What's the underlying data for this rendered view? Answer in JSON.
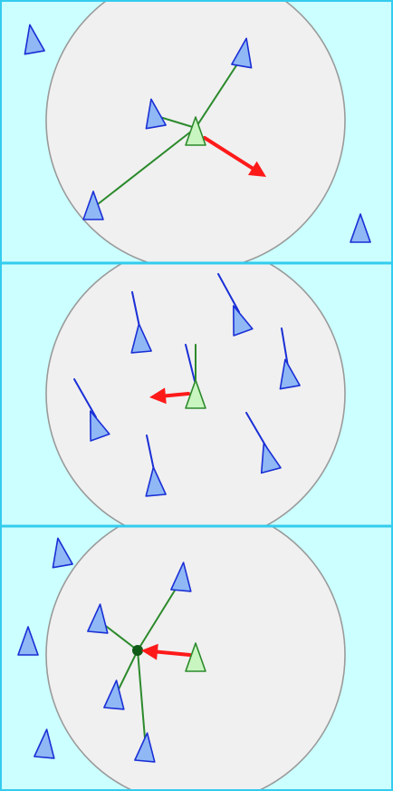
{
  "colors": {
    "background": "#ccffff",
    "frame_border": "#33ccee",
    "neighborhood_fill": "#f0f0f0",
    "neighborhood_stroke": "#9a9a9a",
    "boid_fill": "#8fb8f5",
    "boid_stroke": "#1a2fd6",
    "trail": "#1a2fd6",
    "focus_fill": "#c9f5c0",
    "focus_stroke": "#2c8a2c",
    "link": "#2c8a2c",
    "center_dot": "#0f5a16",
    "steer_arrow": "#ff1a1a"
  },
  "icons": {
    "boid": "triangle-boid-icon",
    "focus": "triangle-focus-icon",
    "arrow": "steering-arrow-icon"
  },
  "panels": [
    {
      "id": "separation",
      "boids": [
        {
          "id": "a"
        },
        {
          "id": "b"
        },
        {
          "id": "c"
        },
        {
          "id": "d"
        },
        {
          "id": "e"
        }
      ]
    },
    {
      "id": "alignment",
      "boids": [
        {
          "id": "a"
        },
        {
          "id": "b"
        },
        {
          "id": "c"
        },
        {
          "id": "d"
        },
        {
          "id": "e"
        },
        {
          "id": "f"
        },
        {
          "id": "g"
        }
      ]
    },
    {
      "id": "cohesion",
      "boids": [
        {
          "id": "a"
        },
        {
          "id": "b"
        },
        {
          "id": "c"
        },
        {
          "id": "d"
        },
        {
          "id": "e"
        },
        {
          "id": "f"
        },
        {
          "id": "g"
        }
      ]
    }
  ]
}
